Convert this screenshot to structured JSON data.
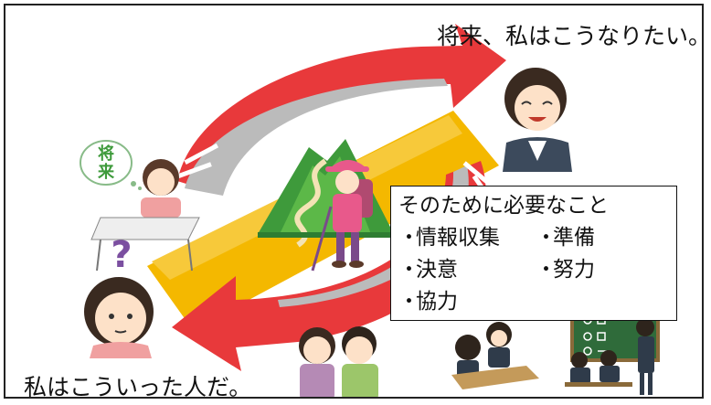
{
  "captions": {
    "future": "将来、私はこうなりたい。",
    "present": "私はこういった人だ。"
  },
  "thought_bubble": {
    "char1": "将",
    "char2": "来"
  },
  "question_mark": "?",
  "needs": {
    "title": "そのために必要なこと",
    "items": [
      "情報収集",
      "準備",
      "決意",
      "努力",
      "協力"
    ]
  },
  "colors": {
    "arrow": "#e8393b",
    "arrow_dark": "#c9252b",
    "band": "#f4b800",
    "mountain": "#3e9a3b",
    "hiker": "#e8598b"
  }
}
